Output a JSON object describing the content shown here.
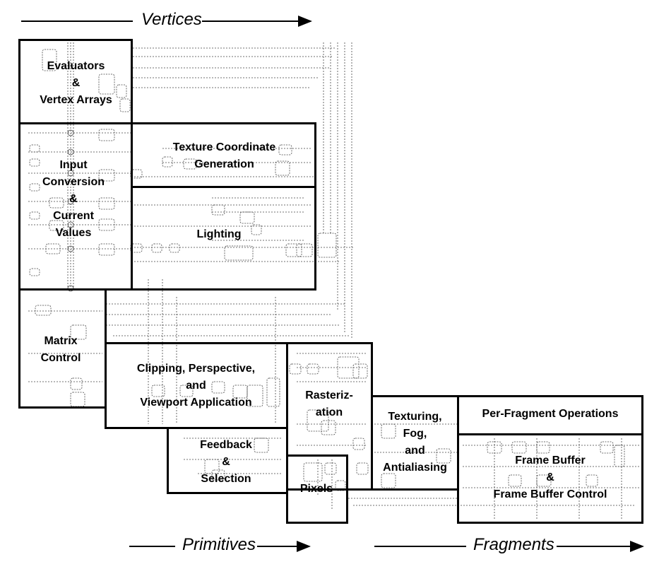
{
  "flow": {
    "vertices": "Vertices",
    "primitives": "Primitives",
    "fragments": "Fragments"
  },
  "blocks": {
    "evaluators": [
      "Evaluators",
      "&",
      "Vertex Arrays"
    ],
    "texgen": [
      "Texture Coordinate",
      "Generation"
    ],
    "input": [
      "Input",
      "Conversion",
      "&",
      "Current",
      "Values"
    ],
    "lighting": [
      "Lighting"
    ],
    "matrix": [
      "Matrix",
      "Control"
    ],
    "clipping": [
      "Clipping, Perspective,",
      "and",
      "Viewport Application"
    ],
    "raster": [
      "Rasteriz-",
      "ation"
    ],
    "feedback": [
      "Feedback",
      "&",
      "Selection"
    ],
    "pixels": [
      "Pixels"
    ],
    "texturing": [
      "Texturing,",
      "Fog,",
      "and",
      "Antialiasing"
    ],
    "perfragment": [
      "Per-Fragment Operations"
    ],
    "framebuffer": [
      "Frame Buffer",
      "&",
      "Frame Buffer Control"
    ]
  },
  "colors": {
    "ink": "#000000",
    "wire": "#444444"
  }
}
